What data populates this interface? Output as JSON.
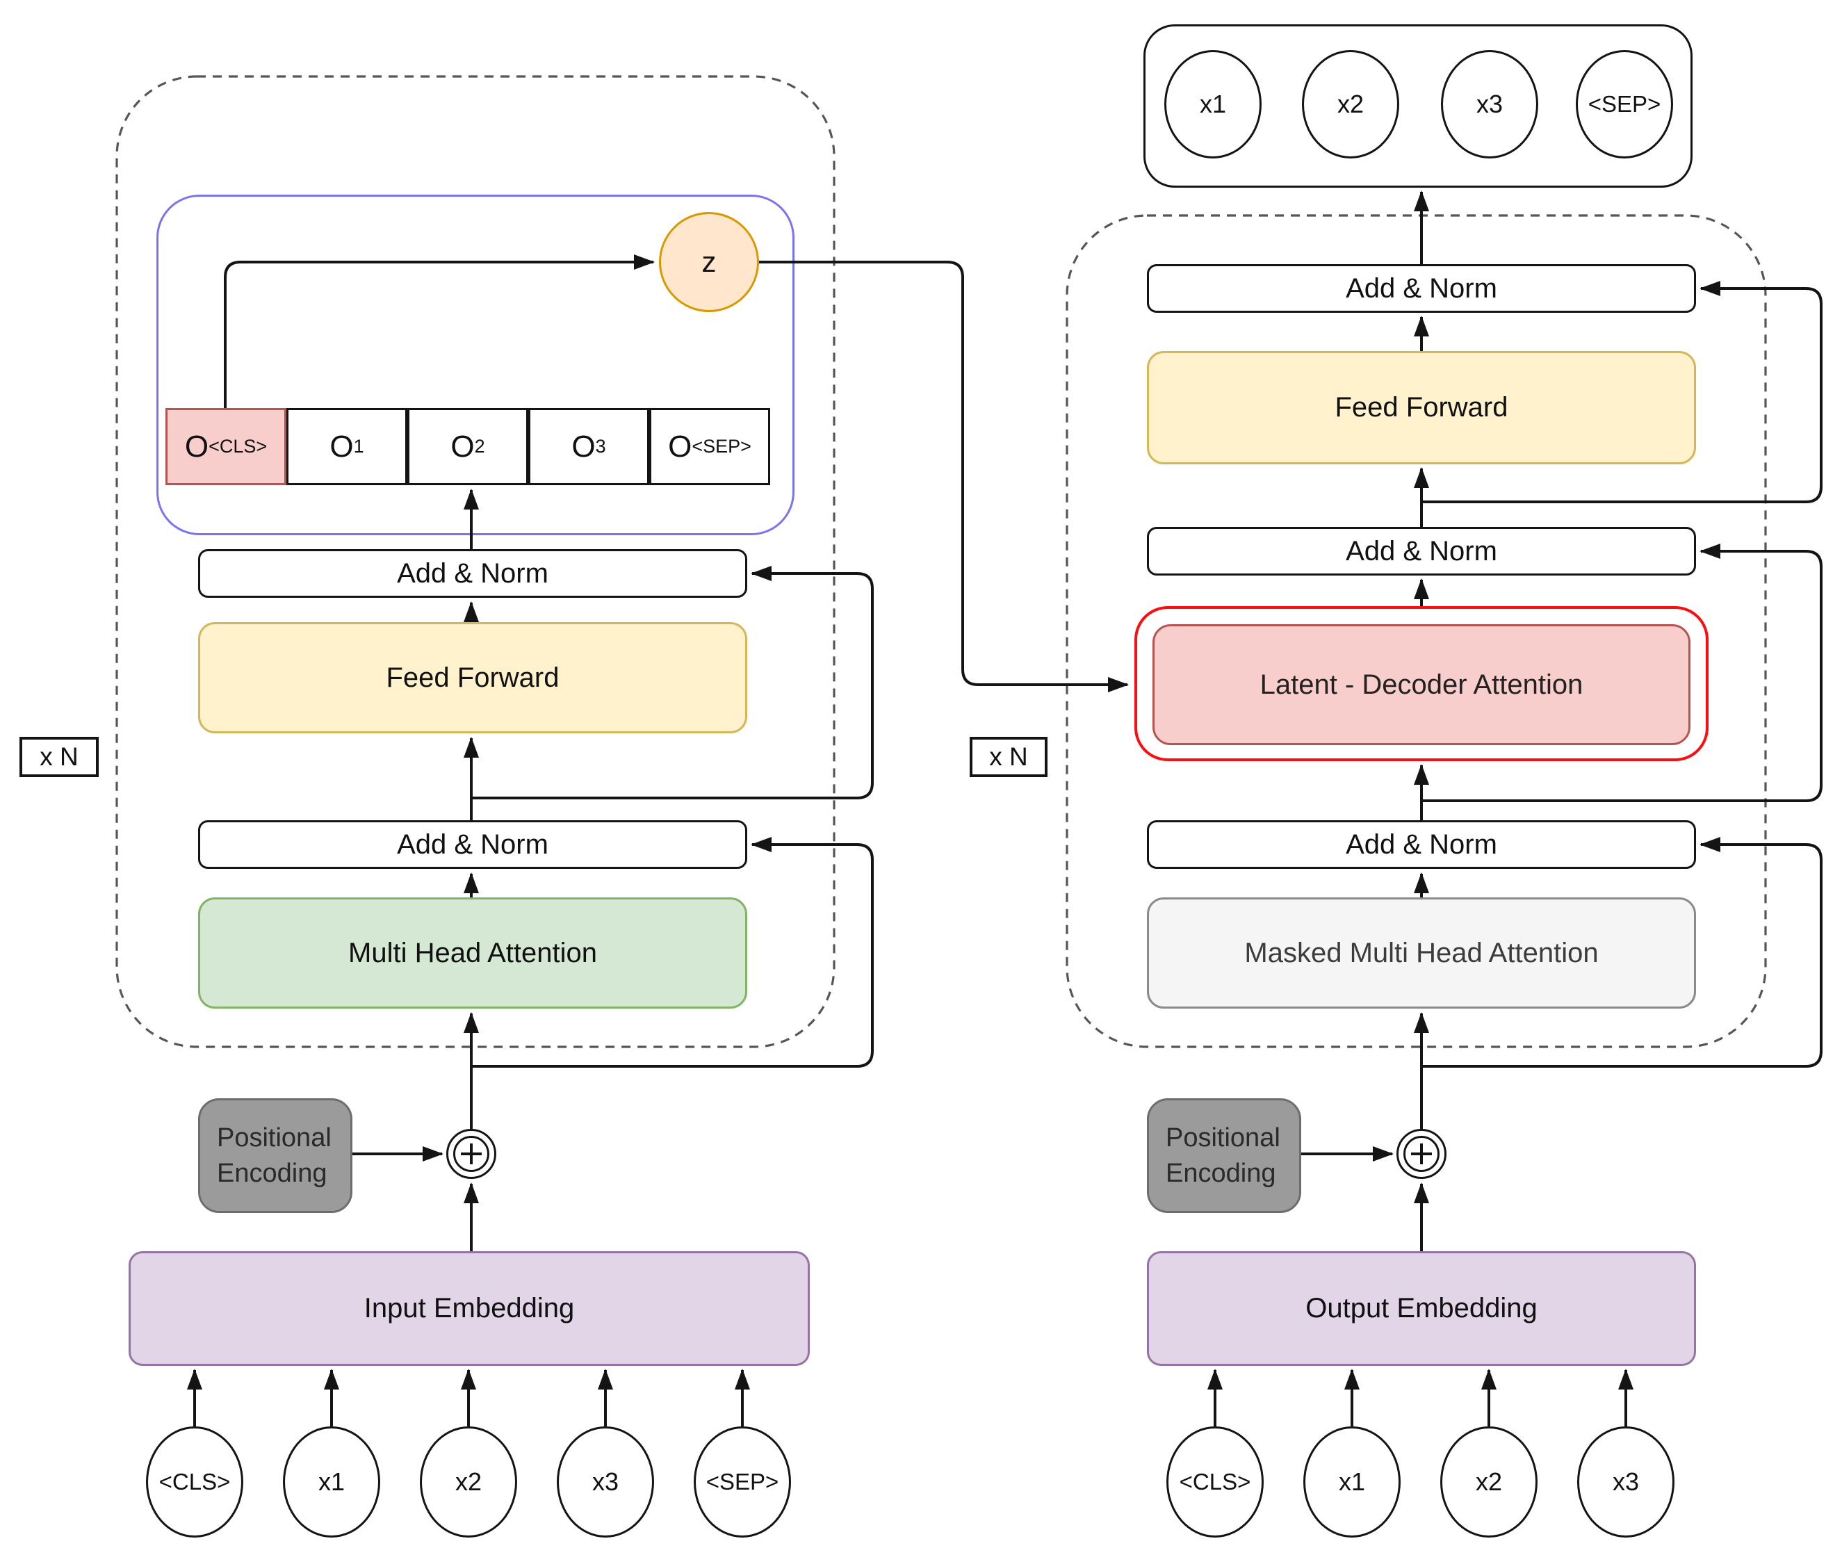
{
  "diagram": {
    "encoder": {
      "xn_label": "x N",
      "latent_label": "z",
      "output_row": {
        "cells": [
          {
            "base": "O",
            "sub": "<CLS>"
          },
          {
            "base": "O",
            "sub": "1"
          },
          {
            "base": "O",
            "sub": "2"
          },
          {
            "base": "O",
            "sub": "3"
          },
          {
            "base": "O",
            "sub": "<SEP>"
          }
        ]
      },
      "add_norm_upper": "Add & Norm",
      "feed_forward": "Feed Forward",
      "add_norm_lower": "Add & Norm",
      "attention": "Multi Head Attention",
      "positional_encoding": "Positional Encoding",
      "embedding": "Input Embedding",
      "inputs": [
        "<CLS>",
        "x1",
        "x2",
        "x3",
        "<SEP>"
      ]
    },
    "decoder": {
      "xn_label": "x N",
      "outputs": [
        "x1",
        "x2",
        "x3",
        "<SEP>"
      ],
      "add_norm_top": "Add & Norm",
      "feed_forward": "Feed Forward",
      "add_norm_mid": "Add & Norm",
      "latent_attention": "Latent - Decoder Attention",
      "add_norm_bottom": "Add & Norm",
      "masked_attention": "Masked Multi Head Attention",
      "positional_encoding": "Positional Encoding",
      "embedding": "Output Embedding",
      "inputs": [
        "<CLS>",
        "x1",
        "x2",
        "x3"
      ]
    },
    "colors": {
      "feed_forward_fill": "#fff2cc",
      "feed_forward_stroke": "#d6b656",
      "attention_fill": "#d5e8d4",
      "attention_stroke": "#82b366",
      "latent_attention_fill": "#f8cecc",
      "latent_attention_stroke": "#b85450",
      "latent_highlight": "#fd0d0d",
      "embedding_fill": "#e1d5e7",
      "embedding_stroke": "#9673a6",
      "z_fill": "#ffe6cc",
      "z_stroke": "#d79b00",
      "positional_fill": "#9b9b9b",
      "masked_attention_fill": "#f5f5f5",
      "latent_group_stroke": "#7b74f0",
      "connector": "#141414"
    }
  }
}
